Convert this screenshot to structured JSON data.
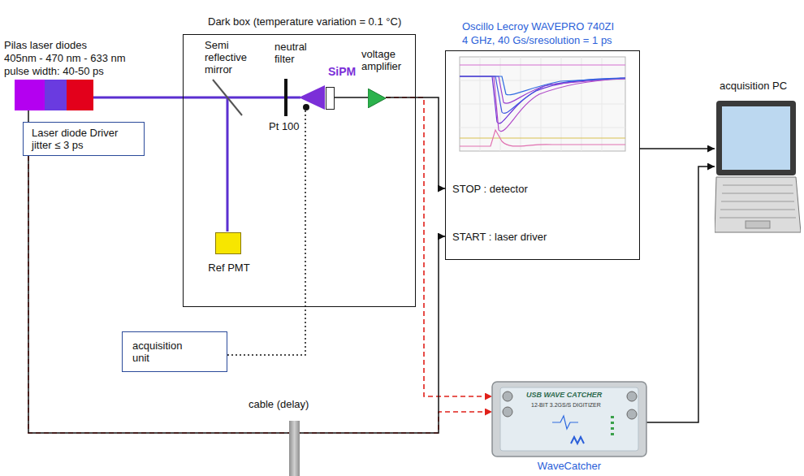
{
  "diagram": {
    "nodes": [
      {
        "text": [
          "Pilas laser diodes",
          "405nm - 470 nm - 633 nm",
          "pulse width: 40-50 ps"
        ]
      },
      {
        "text": [
          "Dark box (temperature variation = 0.1 °C)"
        ]
      },
      {
        "text": [
          "SiPM"
        ],
        "in": 1
      },
      {
        "text": [
          "Pt 100"
        ],
        "in": 1
      },
      {
        "text": [
          "voltage amplifier"
        ],
        "in": 1
      },
      {
        "text": [
          "Ref PMT"
        ],
        "in": 1
      },
      {
        "text": [
          "Oscillo Lecroy WAVEPRO 740ZI",
          "4 GHz, 40 Gs/sresolution = 1 ps",
          "STOP : detector",
          "START : laser driver"
        ]
      },
      {
        "text": [
          "acquisition PC"
        ]
      },
      {
        "text": [
          "Laser diode Driver jitter ≤ 3 ps"
        ]
      },
      {
        "text": [
          "acquisition unit"
        ]
      },
      {
        "text": [
          "WaveCatcher"
        ]
      }
    ],
    "edges": [
      {
        "from": 0,
        "to": 8,
        "arrow": "none"
      },
      {
        "from": 2,
        "to": 4,
        "arrow": "none"
      },
      {
        "from": 4,
        "to": 6,
        "arrow": "to"
      },
      {
        "from": 8,
        "to": 6,
        "arrow": "to"
      },
      {
        "from": 6,
        "to": 7,
        "arrow": "to"
      },
      {
        "from": 10,
        "to": 7,
        "arrow": "to"
      },
      {
        "from": 4,
        "to": 10,
        "arrow": "to"
      },
      {
        "from": 8,
        "to": 10,
        "arrow": "to"
      },
      {
        "from": 3,
        "to": 9,
        "arrow": "none"
      }
    ],
    "labels": [
      "Semi reflective mirror",
      "neutral filter",
      "cable (delay)",
      "USB WAVE CATCHER",
      "12-BIT 3.2GS/S DIGITIZER"
    ]
  }
}
